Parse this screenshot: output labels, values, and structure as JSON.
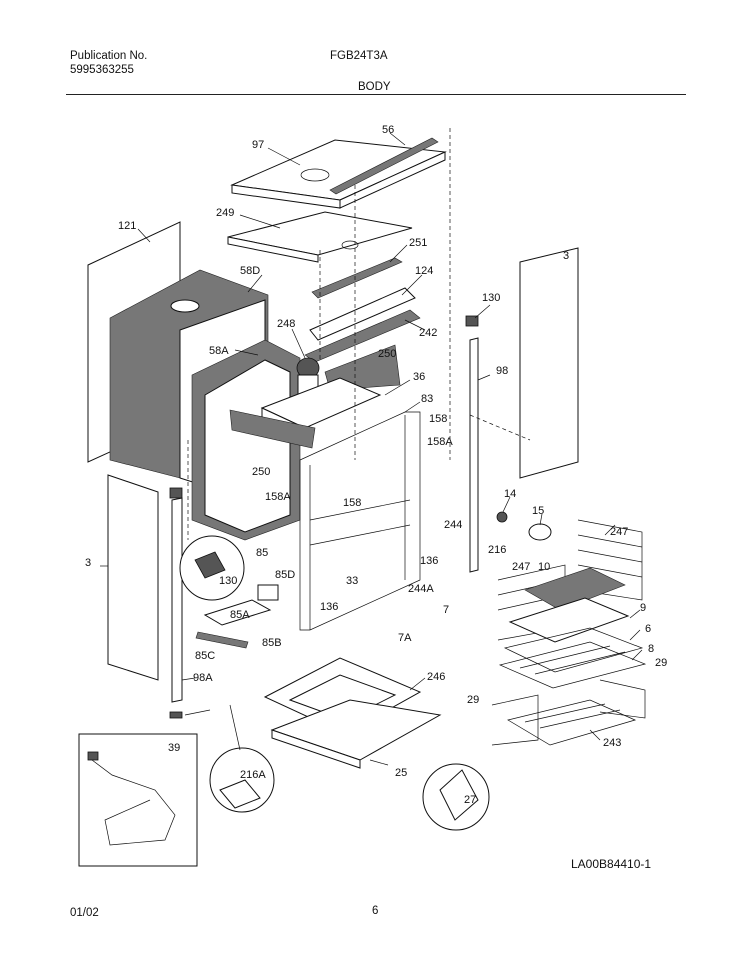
{
  "header": {
    "publication_label": "Publication No.",
    "publication_number": "5995363255",
    "model": "FGB24T3A",
    "section": "BODY"
  },
  "footer": {
    "date": "01/02",
    "page": "6",
    "drawing_code": "LA00B84410-1"
  },
  "callouts": {
    "c97": "97",
    "c56": "56",
    "c249": "249",
    "c121": "121",
    "c58D": "58D",
    "c251": "251",
    "c124": "124",
    "c3a": "3",
    "c130a": "130",
    "c248": "248",
    "c242": "242",
    "c58A": "58A",
    "c250a": "250",
    "c98": "98",
    "c36": "36",
    "c83": "83",
    "c158a": "158",
    "c158Aa": "158A",
    "c250b": "250",
    "c14": "14",
    "c15": "15",
    "c158Ab": "158A",
    "c158b": "158",
    "c244": "244",
    "c247a": "247",
    "c3b": "3",
    "c130b": "130",
    "c85": "85",
    "c85D": "85D",
    "c216": "216",
    "c136a": "136",
    "c247b": "247",
    "c10": "10",
    "c33": "33",
    "c244A": "244A",
    "c7": "7",
    "c136b": "136",
    "c85A": "85A",
    "c9": "9",
    "c6": "6",
    "c85C": "85C",
    "c85B": "85B",
    "c7A": "7A",
    "c8": "8",
    "c29a": "29",
    "c98A": "98A",
    "c246": "246",
    "c29b": "29",
    "c243": "243",
    "c39": "39",
    "c216A": "216A",
    "c25": "25",
    "c27": "27"
  }
}
